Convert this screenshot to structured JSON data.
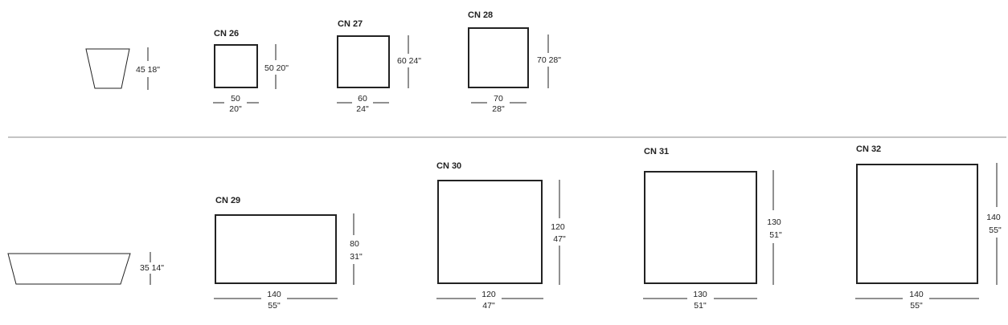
{
  "rows": [
    {
      "side_view": {
        "height_label": "45 18\""
      },
      "items": [
        {
          "code": "CN 26",
          "width_cm": "50",
          "width_in": "20\"",
          "height_label": "50 20\""
        },
        {
          "code": "CN 27",
          "width_cm": "60",
          "width_in": "24\"",
          "height_label": "60 24\""
        },
        {
          "code": "CN 28",
          "width_cm": "70",
          "width_in": "28\"",
          "height_label": "70 28\""
        }
      ]
    },
    {
      "side_view": {
        "height_label": "35 14\""
      },
      "items": [
        {
          "code": "CN 29",
          "width_cm": "140",
          "width_in": "55\"",
          "height_cm": "80",
          "height_in": "31\""
        },
        {
          "code": "CN 30",
          "width_cm": "120",
          "width_in": "47\"",
          "height_cm": "120",
          "height_in": "47\""
        },
        {
          "code": "CN 31",
          "width_cm": "130",
          "width_in": "51\"",
          "height_cm": "130",
          "height_in": "51\""
        },
        {
          "code": "CN 32",
          "width_cm": "140",
          "width_in": "55\"",
          "height_cm": "140",
          "height_in": "55\""
        }
      ]
    }
  ]
}
